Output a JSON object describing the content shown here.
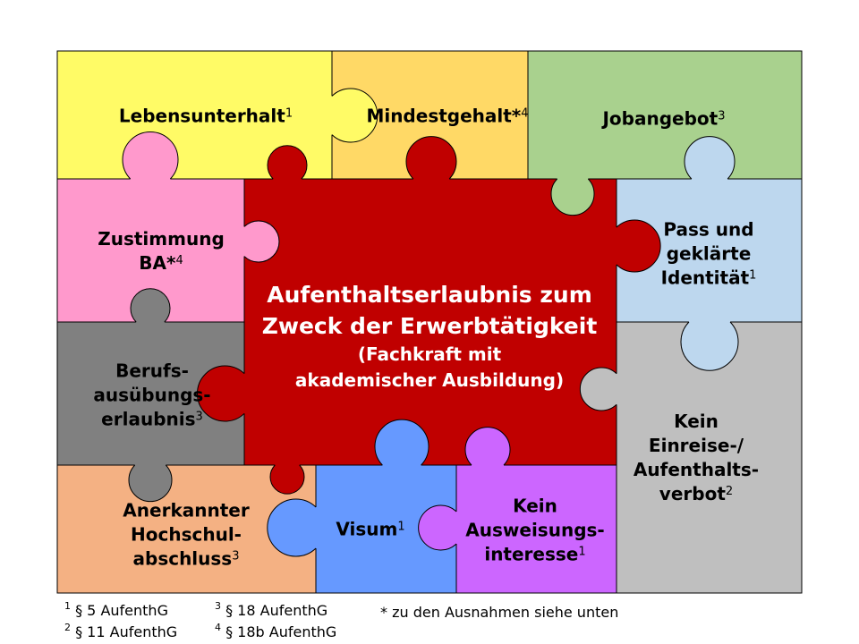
{
  "colors": {
    "yellow": "#FFFB66",
    "orange": "#FFD966",
    "green": "#A9D18E",
    "pink": "#FF99CC",
    "darkgrey": "#808080",
    "red": "#C00000",
    "blue_light": "#BDD7EE",
    "grey": "#BFBFBF",
    "peach": "#F4B183",
    "blue": "#6699FF",
    "purple": "#CC66FF"
  },
  "pieces": {
    "lebensunterhalt": {
      "text": "Lebensunterhalt",
      "sup": "1"
    },
    "mindestgehalt": {
      "text": "Mindestgehalt*",
      "sup": "4"
    },
    "jobangebot": {
      "text": "Jobangebot",
      "sup": "3"
    },
    "zustimmung": {
      "line1": "Zustimmung",
      "line2": "BA*",
      "sup": "4"
    },
    "pass": {
      "line1": "Pass und",
      "line2": "geklärte",
      "line3": "Identität",
      "sup": "1"
    },
    "berufs": {
      "line1": "Berufs-",
      "line2": "ausübungs-",
      "line3": "erlaubnis",
      "sup": "3"
    },
    "einreise": {
      "line1": "Kein",
      "line2": "Einreise-/",
      "line3": "Aufenthalts-",
      "line4": "verbot",
      "sup": "2"
    },
    "hochschul": {
      "line1": "Anerkannter",
      "line2": "Hochschul-",
      "line3": "abschluss",
      "sup": "3"
    },
    "visum": {
      "text": "Visum",
      "sup": "1"
    },
    "ausweisung": {
      "line1": "Kein",
      "line2": "Ausweisungs-",
      "line3": "interesse",
      "sup": "1"
    },
    "center": {
      "line1": "Aufenthaltserlaubnis zum",
      "line2": "Zweck der Erwerbtätigkeit",
      "line3": "(Fachkraft mit",
      "line4": "akademischer Ausbildung)"
    }
  },
  "footnotes": [
    {
      "sup": "1",
      "text": "§ 5 AufenthG"
    },
    {
      "sup": "2",
      "text": "§ 11 AufenthG"
    },
    {
      "sup": "3",
      "text": "§ 18 AufenthG"
    },
    {
      "sup": "4",
      "text": "§ 18b AufenthG"
    }
  ],
  "note": "* zu den Ausnahmen  siehe unten"
}
